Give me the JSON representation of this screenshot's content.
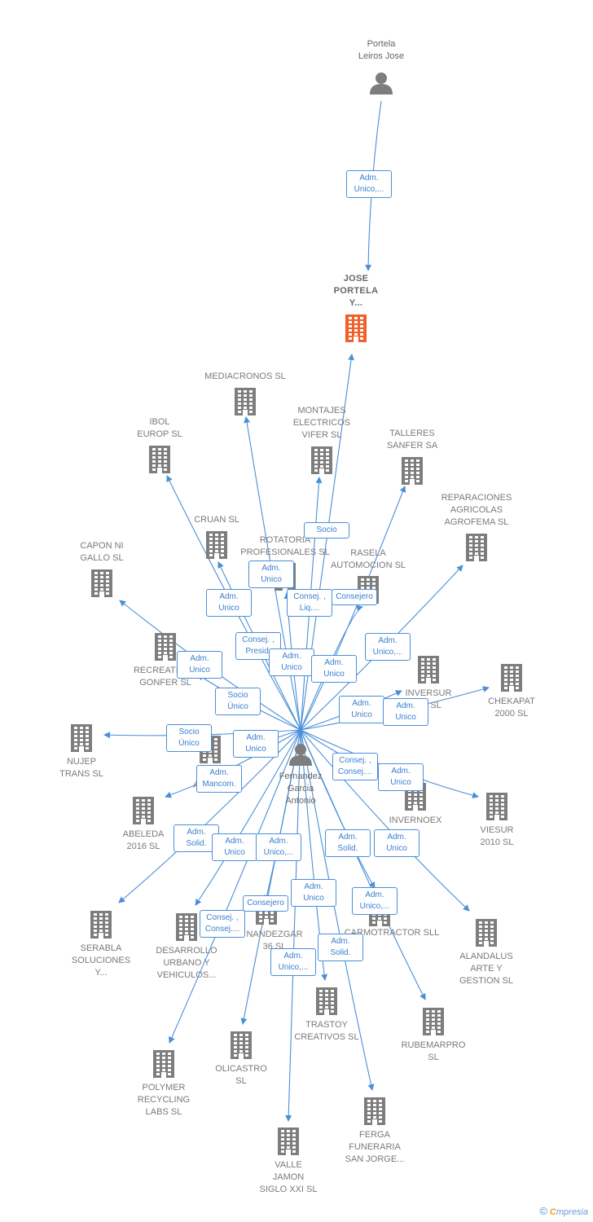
{
  "colors": {
    "edge": "#4a8fd8",
    "building": "#7d7d7d",
    "focus": "#f0602a",
    "person": "#7d7d7d"
  },
  "nodes": [
    {
      "id": "portela",
      "type": "person",
      "label": "Portela\nLeiros Jose"
    },
    {
      "id": "jose",
      "type": "focus",
      "label": "JOSE\nPORTELA\nY..."
    },
    {
      "id": "fernandez",
      "type": "person",
      "label": "Fernandez\nGarcia\nAntonio"
    },
    {
      "id": "mediacronos",
      "type": "company",
      "label": "MEDIACRONOS SL"
    },
    {
      "id": "ibol",
      "type": "company",
      "label": "IBOL\nEUROP  SL"
    },
    {
      "id": "montajes",
      "type": "company",
      "label": "MONTAJES\nELECTRICOS\nVIFER SL"
    },
    {
      "id": "talleres",
      "type": "company",
      "label": "TALLERES\nSANFER SA"
    },
    {
      "id": "reparaciones",
      "type": "company",
      "label": "REPARACIONES\nAGRICOLAS\nAGROFEMA  SL"
    },
    {
      "id": "cruan",
      "type": "company",
      "label": "CRUAN  SL"
    },
    {
      "id": "rotatoria",
      "type": "company",
      "label": "ROTATORIA\nPROFESIONALES SL"
    },
    {
      "id": "rasela",
      "type": "company",
      "label": "RASELA\nAUTOMOCION SL"
    },
    {
      "id": "capon",
      "type": "company",
      "label": "CAPON NI\nGALLO  SL"
    },
    {
      "id": "recreativos",
      "type": "company",
      "label": "RECREATIVOS\nGONFER  SL"
    },
    {
      "id": "inversur",
      "type": "company",
      "label": "INVERSUR\n   GA  SL"
    },
    {
      "id": "chekapat",
      "type": "company",
      "label": "CHEKAPAT\n2000 SL"
    },
    {
      "id": "nujep",
      "type": "company",
      "label": "NUJEP\nTRANS SL"
    },
    {
      "id": "dafc",
      "type": "company",
      "label": "D\nAFC"
    },
    {
      "id": "invernoex",
      "type": "company",
      "label": "INVERNOEX\n   L"
    },
    {
      "id": "viesur",
      "type": "company",
      "label": "VIESUR\n2010 SL"
    },
    {
      "id": "abeleda",
      "type": "company",
      "label": "ABELEDA\n2016  SL"
    },
    {
      "id": "serabla",
      "type": "company",
      "label": "SERABLA\nSOLUCIONES\nY..."
    },
    {
      "id": "desarrollo",
      "type": "company",
      "label": "DESARROLLO\nURBANO Y\nVEHICULOS..."
    },
    {
      "id": "fernandezgar",
      "type": "company",
      "label": "NANDEZGAR\n36  SL"
    },
    {
      "id": "carmotractor",
      "type": "company",
      "label": "CARMOTRACTOR SLL"
    },
    {
      "id": "alandalus",
      "type": "company",
      "label": "ALANDALUS\nARTE Y\nGESTION  SL"
    },
    {
      "id": "trastoy",
      "type": "company",
      "label": "TRASTOY\nCREATIVOS  SL"
    },
    {
      "id": "rubemarpro",
      "type": "company",
      "label": "RUBEMARPRO\nSL"
    },
    {
      "id": "olicastro",
      "type": "company",
      "label": "OLICASTRO\nSL"
    },
    {
      "id": "polymer",
      "type": "company",
      "label": "POLYMER\nRECYCLING\nLABS  SL"
    },
    {
      "id": "ferga",
      "type": "company",
      "label": "FERGA\nFUNERARIA\nSAN JORGE..."
    },
    {
      "id": "valle",
      "type": "company",
      "label": "VALLE\nJAMON\nSIGLO XXI  SL"
    }
  ],
  "edge_labels": [
    "Adm.\nUnico,...",
    "Socio",
    "Adm.\nUnico",
    "Adm.\nUnico",
    "Consej. ,\nLiq....",
    "Consejero",
    "Adm.\nUnico,...",
    "Consej. ,\nPresid.",
    "Adm.\nUnico",
    "Adm.\nUnico",
    "Adm.\nUnico",
    "Socio\nÚnico",
    "Adm.\nUnico",
    "Adm.\nUnico",
    "Socio\nÚnico",
    "Adm.\nUnico",
    "Adm.\nMancom.",
    "Consej. ,\nConsej....",
    "Adm.\nUnico",
    "Adm.\nSolid.",
    "Adm.\nUnico",
    "Adm.\nUnico,...",
    "Adm.\nSolid.",
    "Adm.\nUnico",
    "Consejero",
    "Adm.\nUnico",
    "Adm.\nUnico,...",
    "Consej. ,\nConsej....",
    "Adm.\nSolid.",
    "Adm.\nUnico,..."
  ],
  "footer": {
    "copyright": "©",
    "brand_e": "C",
    "brand_rest": "mpresia"
  }
}
